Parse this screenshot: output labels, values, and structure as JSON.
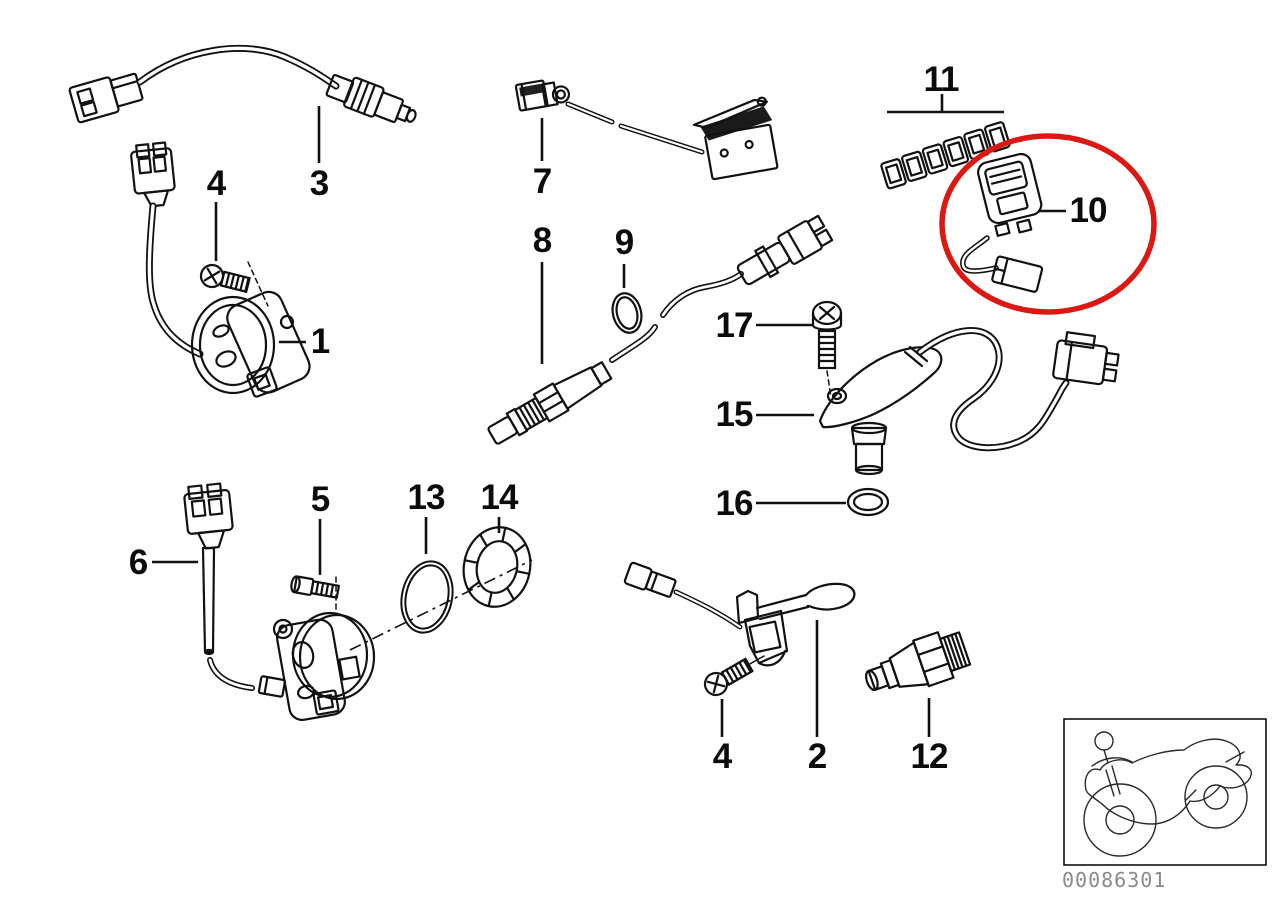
{
  "diagram": {
    "number": "00086301",
    "highlight_color": "#dd1712",
    "line_color": "#111111",
    "background_color": "#ffffff",
    "callouts": {
      "c1": {
        "label": "1"
      },
      "c2": {
        "label": "2"
      },
      "c3": {
        "label": "3"
      },
      "c4_top": {
        "label": "4"
      },
      "c4_bottom": {
        "label": "4"
      },
      "c5": {
        "label": "5"
      },
      "c6": {
        "label": "6"
      },
      "c7": {
        "label": "7"
      },
      "c8": {
        "label": "8"
      },
      "c9": {
        "label": "9"
      },
      "c10": {
        "label": "10"
      },
      "c11": {
        "label": "11"
      },
      "c12": {
        "label": "12"
      },
      "c13": {
        "label": "13"
      },
      "c14": {
        "label": "14"
      },
      "c15": {
        "label": "15"
      },
      "c16": {
        "label": "16"
      },
      "c17": {
        "label": "17"
      }
    },
    "thumbnail": {
      "icon": "motorcycle-icon"
    }
  }
}
